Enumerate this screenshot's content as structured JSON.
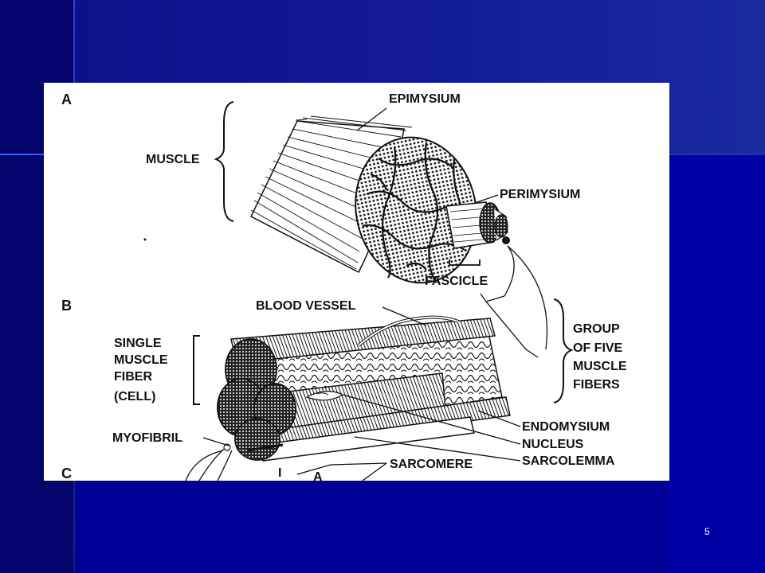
{
  "slide": {
    "page_number": "5"
  },
  "diagram": {
    "panels": {
      "a": "A",
      "b": "B",
      "c": "C"
    },
    "labels": {
      "epimysium": "EPIMYSIUM",
      "muscle": "MUSCLE",
      "perimysium": "PERIMYSIUM",
      "fascicle": "FASCICLE",
      "blood_vessel": "BLOOD VESSEL",
      "single_muscle_fiber": [
        "SINGLE",
        "MUSCLE",
        "FIBER",
        "(CELL)"
      ],
      "group_of_five": [
        "GROUP",
        "OF FIVE",
        "MUSCLE",
        "FIBERS"
      ],
      "myofibril": "MYOFIBRIL",
      "endomysium": "ENDOMYSIUM",
      "nucleus": "NUCLEUS",
      "sarcolemma": "SARCOLEMMA",
      "sarcomere": "SARCOMERE",
      "i_band": "I",
      "a_band": "A"
    }
  }
}
